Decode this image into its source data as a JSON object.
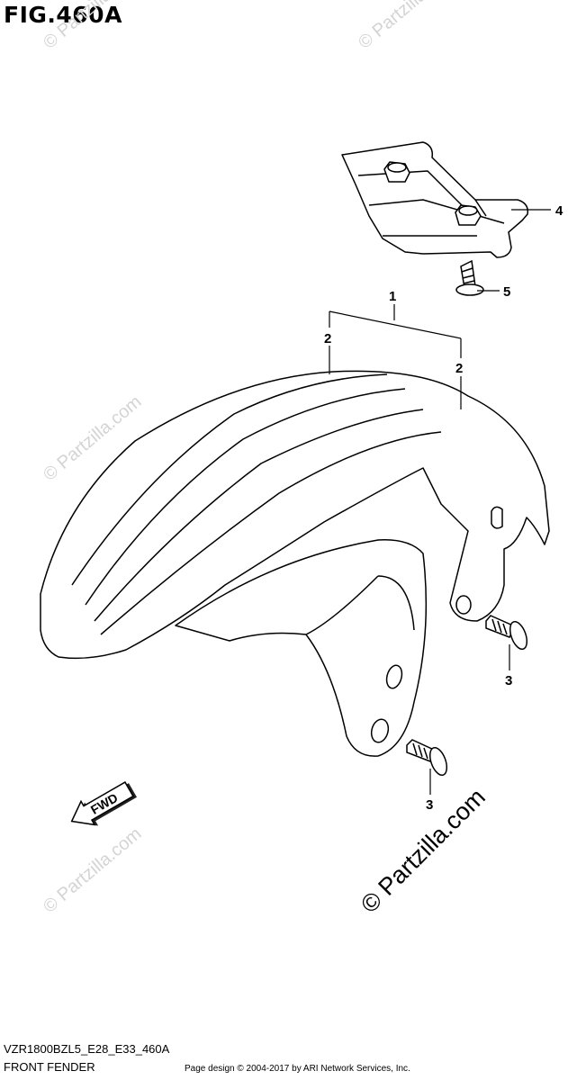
{
  "figure": {
    "title": "FIG.460A",
    "diagram_code": "VZR1800BZL5_E28_E33_460A",
    "section_name": "FRONT FENDER"
  },
  "callouts": {
    "c1": "1",
    "c2a": "2",
    "c2b": "2",
    "c3a": "3",
    "c3b": "3",
    "c4": "4",
    "c5": "5"
  },
  "direction_label": "FWD",
  "watermarks": {
    "small": "© Partzilla.com",
    "large": "© Partzilla.com"
  },
  "footer": {
    "copyright": "Page design © 2004-2017 by ARI Network Services, Inc."
  }
}
